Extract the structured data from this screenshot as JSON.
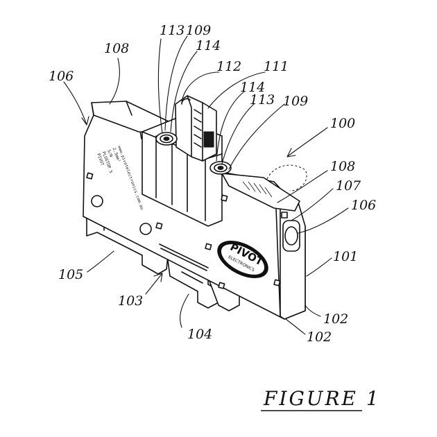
{
  "figure": {
    "caption": "FIGURE 1"
  },
  "labels": {
    "l100": "100",
    "l101": "101",
    "l102a": "102",
    "l102b": "102",
    "l103": "103",
    "l104": "104",
    "l105": "105",
    "l106a": "106",
    "l106b": "106",
    "l107": "107",
    "l108a": "108",
    "l108b": "108",
    "l109a": "109",
    "l109b": "109",
    "l111": "111",
    "l112": "112",
    "l113a": "113",
    "l113b": "113",
    "l114a": "114",
    "l114b": "114"
  },
  "device": {
    "logo_main": "PIVOT",
    "logo_sub": "ELECTRONICS",
    "side_print": [
      "PIVOT",
      "PLUGTOP 5",
      "S/N",
      "2.5mm²",
      "www.pivotelectronics.com.au"
    ]
  }
}
